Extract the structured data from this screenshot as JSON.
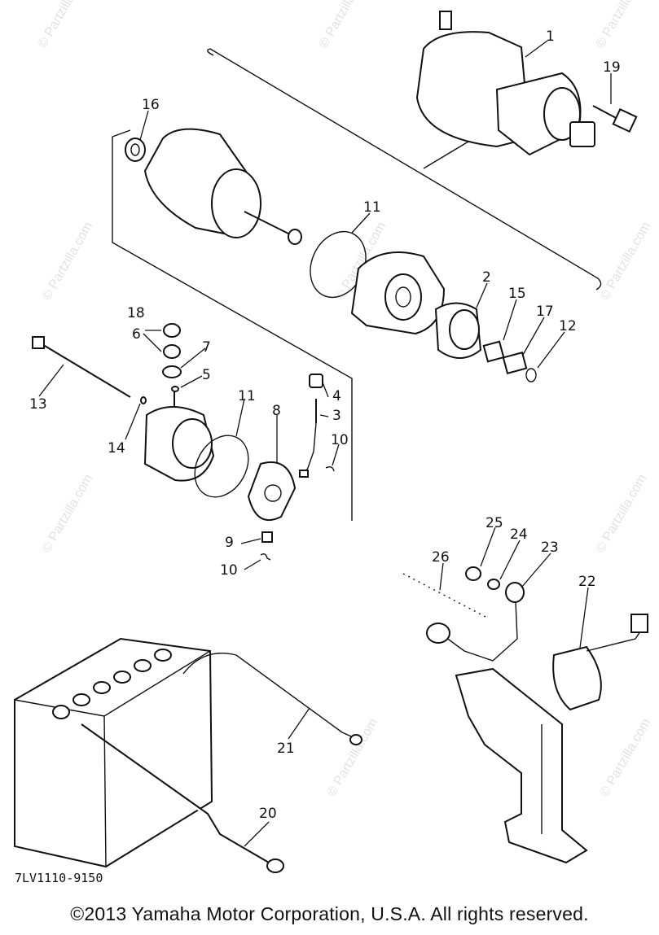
{
  "diagram": {
    "watermark_text": "© Partzilla.com",
    "drawing_code": "7LV1110-9150",
    "copyright": "©2013  Yamaha Motor Corporation, U.S.A. All rights reserved.",
    "callouts": {
      "c1": "1",
      "c2": "2",
      "c3": "3",
      "c4": "4",
      "c5": "5",
      "c6": "6",
      "c7": "7",
      "c8": "8",
      "c9": "9",
      "c10a": "10",
      "c10b": "10",
      "c11a": "11",
      "c11b": "11",
      "c12": "12",
      "c13": "13",
      "c14": "14",
      "c15": "15",
      "c16": "16",
      "c17": "17",
      "c18": "18",
      "c19": "19",
      "c20": "20",
      "c21": "21",
      "c22": "22",
      "c23": "23",
      "c24": "24",
      "c25": "25",
      "c26": "26"
    }
  }
}
